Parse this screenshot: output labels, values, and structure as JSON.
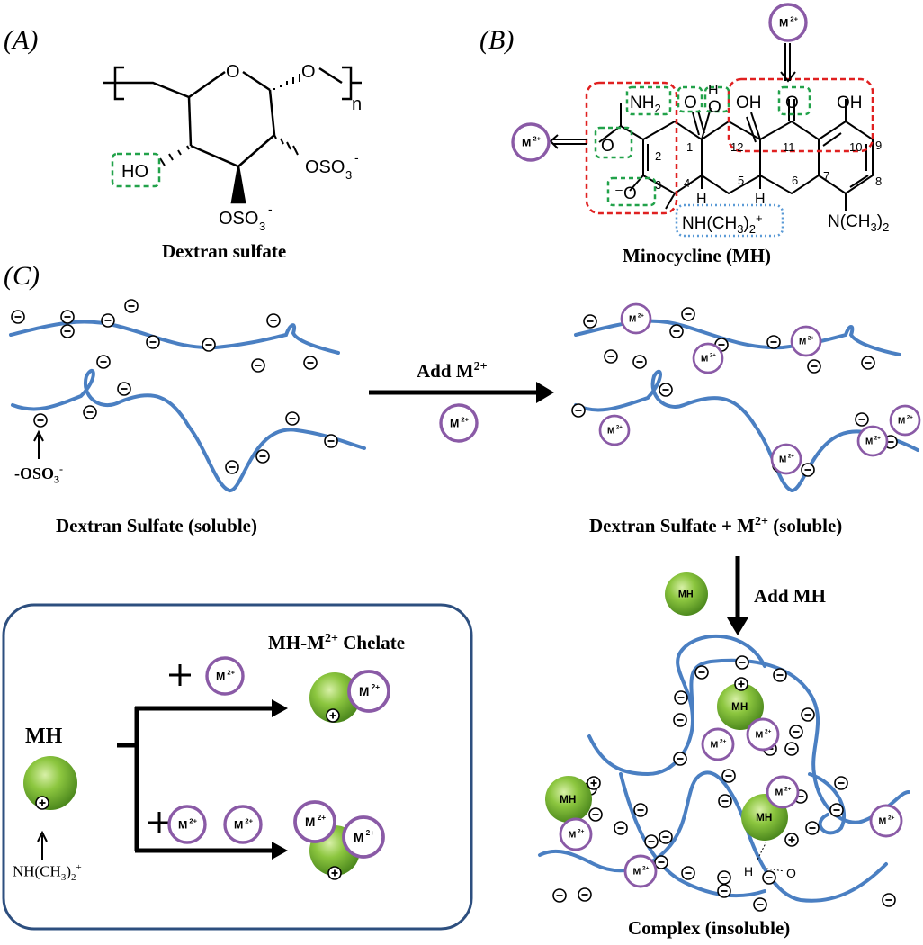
{
  "colors": {
    "chain": "#4a7fc2",
    "metal_ring": "#8a5aa6",
    "mh_sphere": "#7ab32e",
    "red_box": "#e02020",
    "green_box": "#22a24a",
    "blue_box": "#5a9ad6",
    "inset_border": "#2d4f7f"
  },
  "panels": {
    "a": "(A)",
    "b": "(B)",
    "c": "(C)"
  },
  "dextran": {
    "name": "Dextran sulfate",
    "n": "n",
    "ring_o": "O",
    "link_o": "O",
    "ho": "HO",
    "oso3_right": "OSO",
    "oso3_bottom": "OSO"
  },
  "minocycline": {
    "name": "Minocycline (MH)",
    "nh2": "NH",
    "nme2": "N(CH",
    "nhme2": "NH(CH",
    "ring_numbers": [
      "1",
      "2",
      "3",
      "4",
      "5",
      "6",
      "7",
      "8",
      "9",
      "10",
      "11",
      "12"
    ]
  },
  "metal": "M",
  "mh": "MH",
  "arrows": {
    "add_m": "Add M",
    "add_mh": "Add MH"
  },
  "captions": {
    "ds_soluble": "Dextran Sulfate (soluble)",
    "ds_m_soluble": "Dextran Sulfate + M",
    "ds_m_soluble_tail": "(soluble)",
    "complex": "Complex (insoluble)",
    "oso3_label": "-OSO",
    "chelate": "MH-M",
    "chelate_tail": "Chelate",
    "nhme2_label": "NH(CH"
  },
  "hbond": {
    "h": "H",
    "o": "O"
  }
}
